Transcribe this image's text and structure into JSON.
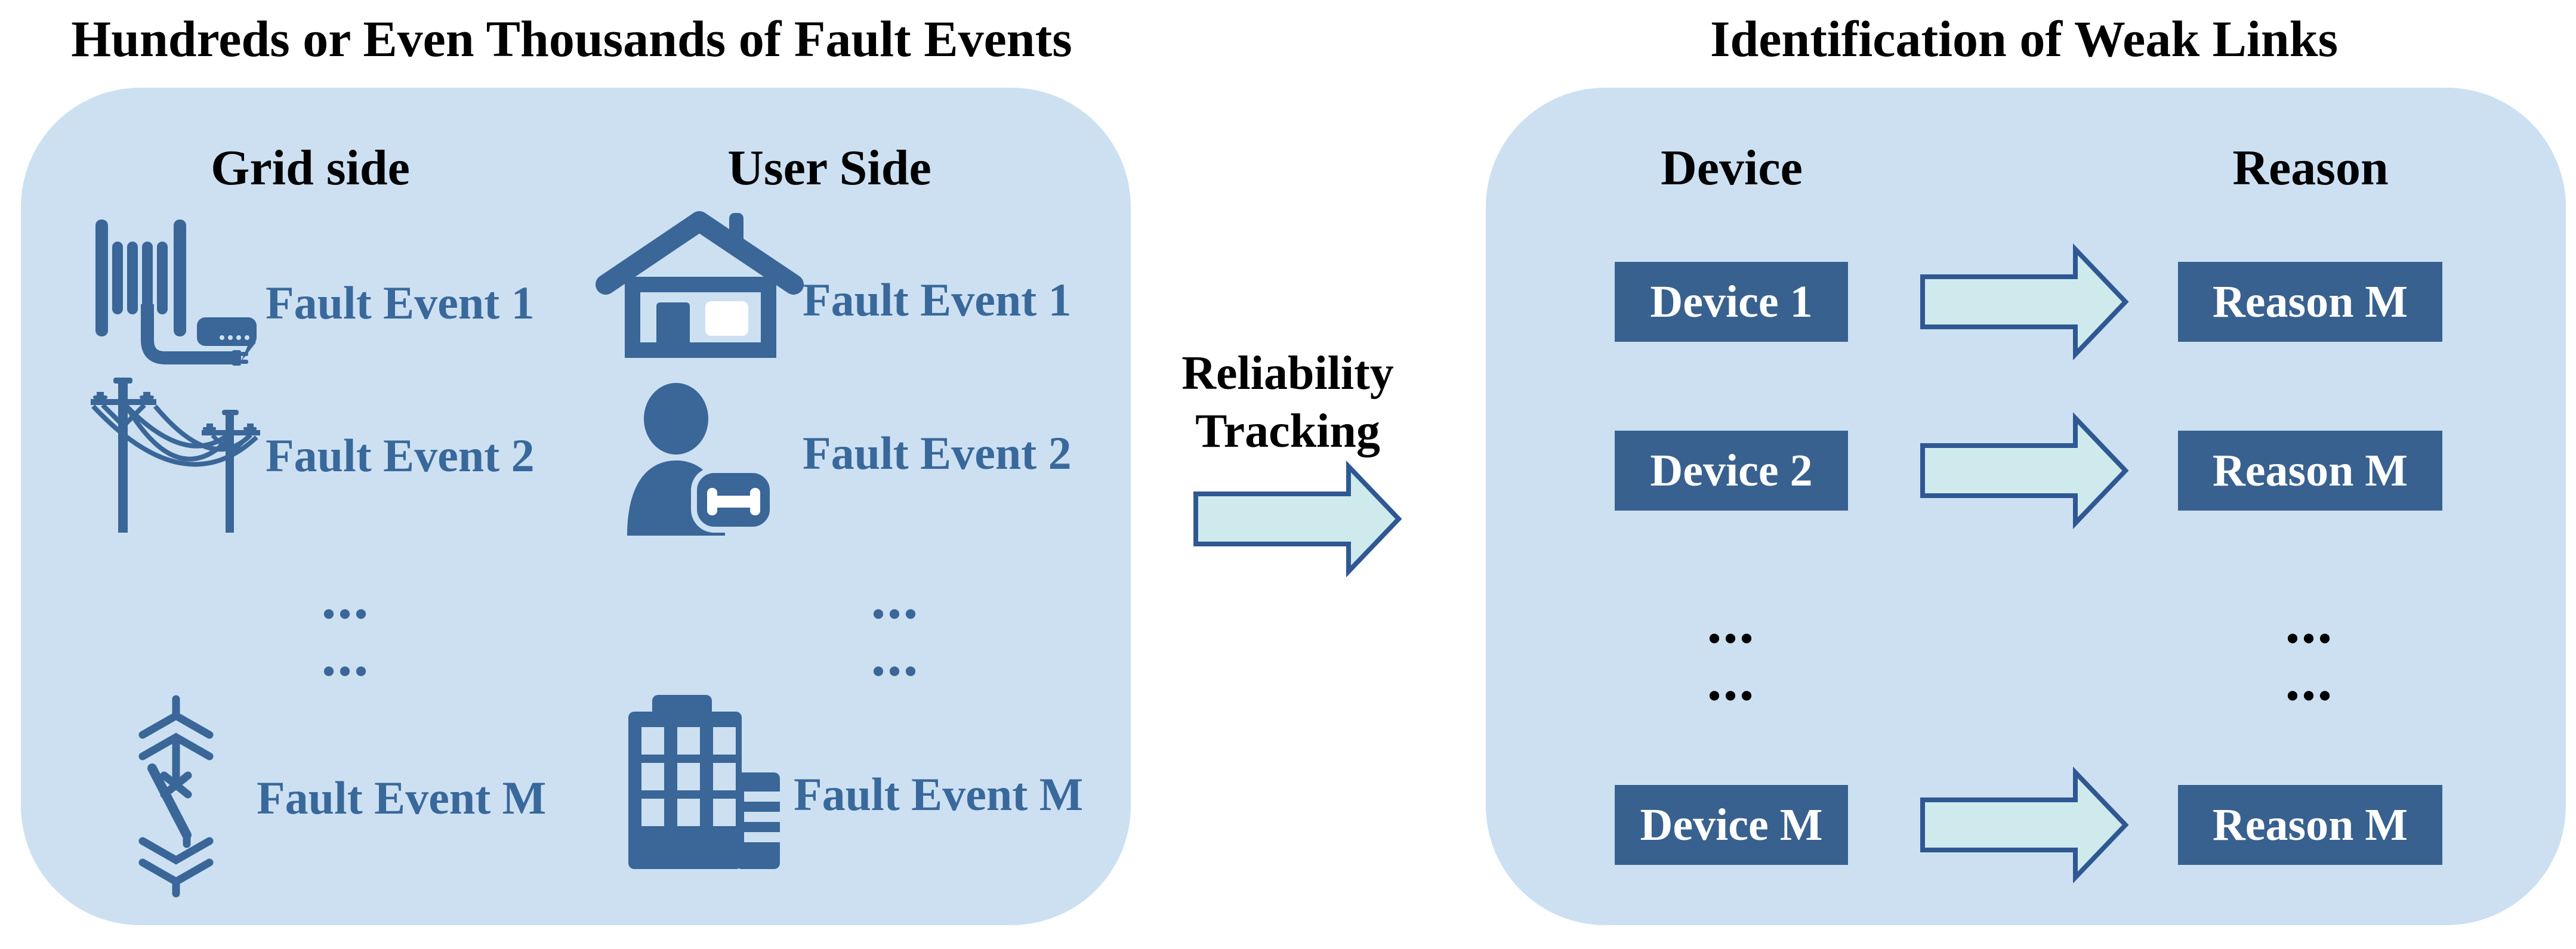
{
  "colors": {
    "panel_background": "#CCE0F2",
    "icon_blue": "#3A6698",
    "fault_label_blue": "#39689B",
    "node_box_fill": "#39618F",
    "node_box_text": "#FFFFFF",
    "arrow_fill": "#CFEAEC",
    "arrow_stroke": "#2F5893",
    "title_text": "#000000"
  },
  "left_section": {
    "title": "Hundreds or Even Thousands of Fault Events",
    "grid": {
      "header": "Grid side",
      "rows": [
        {
          "icon": "power-cable-icon",
          "label": "Fault Event 1"
        },
        {
          "icon": "transmission-lines-icon",
          "label": "Fault Event 2"
        },
        {
          "icon": "disconnect-switch-icon",
          "label": "Fault Event M"
        }
      ],
      "ellipsis_rows": [
        "...",
        "..."
      ]
    },
    "user": {
      "header": "User Side",
      "rows": [
        {
          "icon": "house-icon",
          "label": "Fault Event 1"
        },
        {
          "icon": "person-icon",
          "label": "Fault Event 2"
        },
        {
          "icon": "building-icon",
          "label": "Fault Event M"
        }
      ],
      "ellipsis_rows": [
        "...",
        "..."
      ]
    }
  },
  "middle": {
    "label": [
      "Reliability",
      "Tracking"
    ],
    "arrow": "right-block-arrow"
  },
  "right_section": {
    "title": "Identification of Weak Links",
    "headers": {
      "device": "Device",
      "reason": "Reason"
    },
    "rows": [
      {
        "device": "Device 1",
        "reason": "Reason M"
      },
      {
        "device": "Device 2",
        "reason": "Reason M"
      },
      {
        "device": "Device M",
        "reason": "Reason M"
      }
    ],
    "device_ellipsis_rows": [
      "...",
      "..."
    ],
    "reason_ellipsis_rows": [
      "...",
      "..."
    ]
  }
}
